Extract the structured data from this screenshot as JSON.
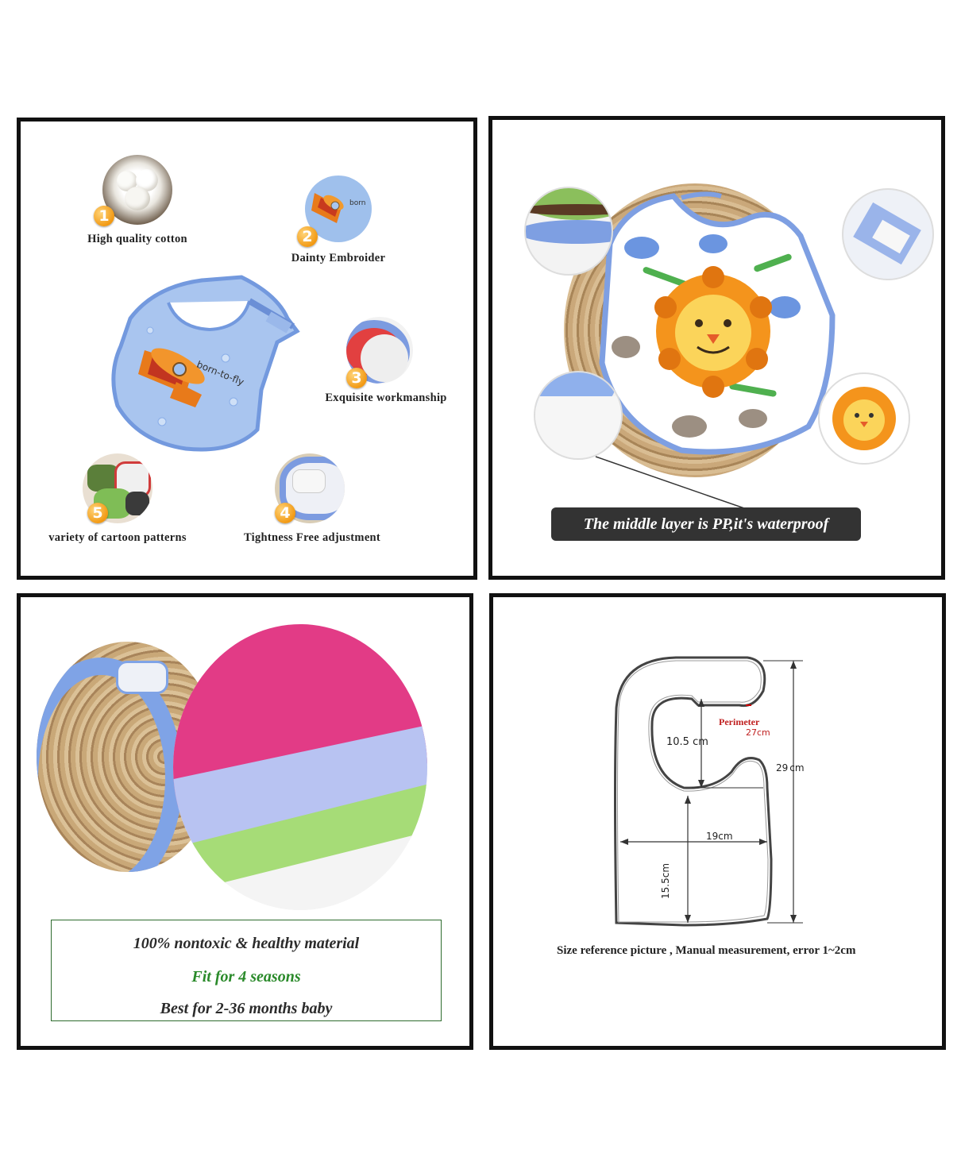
{
  "panel_features": {
    "items": [
      {
        "num": "1",
        "label": "High quality cotton"
      },
      {
        "num": "2",
        "label": "Dainty Embroider"
      },
      {
        "num": "3",
        "label": "Exquisite workmanship"
      },
      {
        "num": "4",
        "label": "Tightness Free adjustment"
      },
      {
        "num": "5",
        "label": "variety of cartoon patterns"
      }
    ],
    "bib_text": "born-to-fly",
    "zoom_text": "born"
  },
  "panel_waterproof": {
    "banner": "The middle layer is PP,it's waterproof"
  },
  "panel_material": {
    "line1": "100% nontoxic & healthy material",
    "line2": "Fit for 4 seasons",
    "line3": "Best for 2-36 months baby"
  },
  "panel_size": {
    "neck_height": "10.5",
    "neck_unit": "cm",
    "perimeter_label": "Perimeter",
    "perimeter_value": "27cm",
    "total_height": "29",
    "total_unit": "cm",
    "width": "19cm",
    "lower_height": "15.5cm",
    "caption": "Size reference picture ,  Manual measurement, error 1~2cm"
  },
  "colors": {
    "bib_blue": "#9bbcea",
    "trim_blue": "#6f93d8",
    "orange": "#f08a1c",
    "green_text": "#2a8a2a",
    "banner_bg": "#333333"
  }
}
